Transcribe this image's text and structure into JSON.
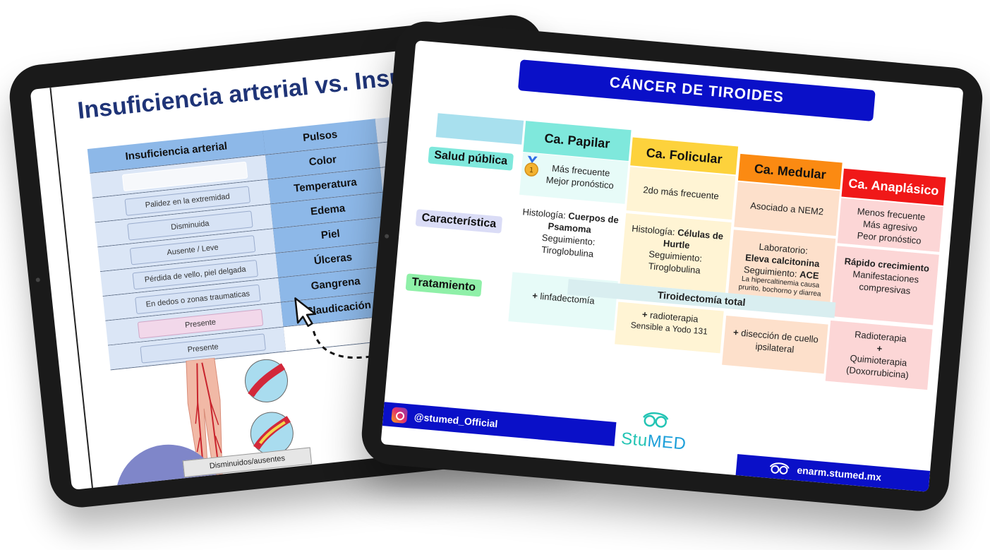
{
  "left_slide": {
    "title": "Insuficiencia arterial vs. Insufici",
    "table": {
      "header_col1": "Insuficiencia arterial",
      "rows": [
        {
          "label": "Pulsos",
          "value": ""
        },
        {
          "label": "Color",
          "value": "Palidez en la extremidad"
        },
        {
          "label": "Temperatura",
          "value": "Disminuida"
        },
        {
          "label": "Edema",
          "value": "Ausente / Leve"
        },
        {
          "label": "Piel",
          "value": "Pérdida de vello, piel delgada"
        },
        {
          "label": "Úlceras",
          "value": "En dedos o zonas traumaticas"
        },
        {
          "label": "Gangrena",
          "value": "Presente"
        },
        {
          "label": "Claudicación",
          "value": "Presente"
        }
      ]
    },
    "image_label": "Disminuidos/ausentes"
  },
  "right_slide": {
    "title": "CÁNCER DE TIROIDES",
    "row_labels": {
      "salud": "Salud pública",
      "caract": "Característica",
      "trat": "Tratamiento"
    },
    "headers": {
      "papilar": "Ca. Papilar",
      "folicular": "Ca. Folicular",
      "medular": "Ca. Medular",
      "anaplasico": "Ca. Anaplásico"
    },
    "papilar": {
      "salud_1": "Más frecuente",
      "salud_2": "Mejor pronóstico",
      "car_prefix": "Histología: ",
      "car_bold": "Cuerpos de Psamoma",
      "car_seg": "Seguimiento:",
      "car_seg_val": "Tiroglobulina",
      "trat_plus": "+",
      "trat": " linfadectomía"
    },
    "folicular": {
      "salud": "2do más frecuente",
      "car_prefix": "Histología: ",
      "car_bold": "Células de Hurtle",
      "car_seg": "Seguimiento:",
      "car_seg_val": "Tiroglobulina",
      "trat_plus": "+",
      "trat_1": " radioterapia",
      "trat_2": "Sensible a Yodo 131"
    },
    "medular": {
      "salud": "Asociado a NEM2",
      "car_1": "Laboratorio:",
      "car_bold": "Eleva calcitonina",
      "car_seg": "Seguimiento: ",
      "car_seg_bold": "ACE",
      "car_small": "La hipercaltinemia causa prurito, bochorno y diarrea",
      "trat_plus": "+",
      "trat": " disección de cuello ipsilateral"
    },
    "anaplasico": {
      "salud_1": "Menos frecuente",
      "salud_2": "Más agresivo",
      "salud_3": "Peor pronóstico",
      "car_bold": "Rápido crecimiento",
      "car_2": "Manifestaciones compresivas",
      "trat_1": "Radioterapia",
      "trat_plus": "+",
      "trat_2": "Quimioterapia",
      "trat_3": "(Doxorrubicina)"
    },
    "shared_treatment": "Tiroidectomía total",
    "footer": {
      "instagram": "@stumed_Official",
      "logo_a": "Stu",
      "logo_b": "MED",
      "website": "enarm.stumed.mx"
    },
    "colors": {
      "banner": "#0a10c8",
      "papilar": "#7fe8dc",
      "folicular": "#fdd23c",
      "medular": "#fb8a12",
      "anaplasico": "#f01818"
    }
  }
}
